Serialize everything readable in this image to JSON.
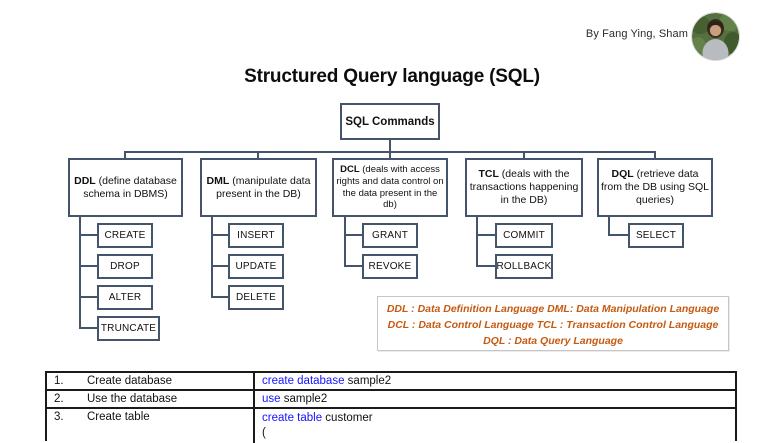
{
  "header": {
    "byline": "By Fang Ying, Sham",
    "title": "Structured Query language (SQL)"
  },
  "tree": {
    "root": "SQL Commands",
    "categories": [
      {
        "bold": "DDL",
        "desc": " (define database schema in DBMS)",
        "children": [
          "CREATE",
          "DROP",
          "ALTER",
          "TRUNCATE"
        ]
      },
      {
        "bold": "DML",
        "desc": " (manipulate data present in the DB)",
        "children": [
          "INSERT",
          "UPDATE",
          "DELETE"
        ]
      },
      {
        "bold": "DCL",
        "desc": " (deals with access rights and data control on the data present in the db)",
        "children": [
          "GRANT",
          "REVOKE"
        ]
      },
      {
        "bold": "TCL",
        "desc": " (deals with the transactions happening in the DB)",
        "children": [
          "COMMIT",
          "ROLLBACK"
        ]
      },
      {
        "bold": "DQL",
        "desc": " (retrieve data from the DB using SQL queries)",
        "children": [
          "SELECT"
        ]
      }
    ]
  },
  "legend": {
    "line1": "DDL : Data Definition Language  DML: Data Manipulation Language",
    "line2": "DCL : Data Control Language     TCL : Transaction Control Language",
    "line3": "DQL : Data Query Language"
  },
  "table": {
    "rows": [
      {
        "num": "1.",
        "label": "Create database",
        "kw": "create database",
        "rest": " sample2"
      },
      {
        "num": "2.",
        "label": "Use the database",
        "kw": "use",
        "rest": " sample2"
      },
      {
        "num": "3.",
        "label": "Create table",
        "kw": "create table",
        "rest": " customer",
        "line2": "("
      }
    ]
  },
  "colors": {
    "accent": "#44546A",
    "legend": "#C55A11",
    "kw": "#1414FF",
    "tborder": "#1a1a1a"
  }
}
